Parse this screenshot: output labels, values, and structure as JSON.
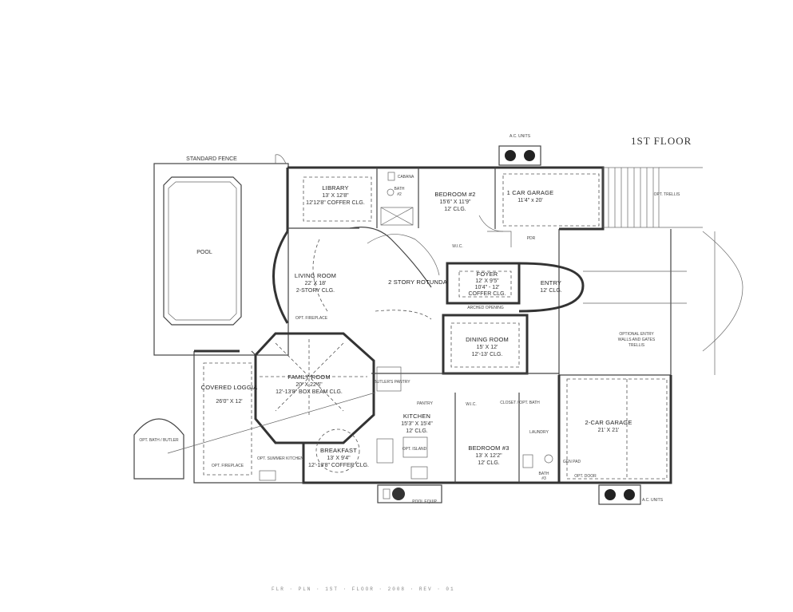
{
  "title": "1ST FLOOR",
  "labels": {
    "standard_fence": "STANDARD FENCE",
    "pool": "POOL",
    "library": "LIBRARY",
    "library_size": "13' X 12'8\"",
    "library_clg": "12'12'8\" COFFER CLG.",
    "cabana": "CABANA",
    "bath": "BATH",
    "bath_num": "#2",
    "bedroom2": "BEDROOM #2",
    "bedroom2_size": "15'6\" X 11'9\"",
    "bedroom2_clg": "12' CLG.",
    "ac_units_top": "A.C. UNITS",
    "car_garage1": "1 CAR GARAGE",
    "car_garage1_size": "11'4\" x 20'",
    "opt_trellis": "OPT. TRELLIS",
    "living_room": "LIVING ROOM",
    "living_size": "22' X 18'",
    "living_clg": "2-STORY CLG.",
    "rotunda": "2 STORY ROTUNDA",
    "wic_top": "W.I.C.",
    "pdr": "PDR",
    "foyer": "FOYER",
    "foyer_size": "12' X 9'5\"",
    "foyer_clg1": "10'4\" - 12'",
    "foyer_clg2": "COFFER CLG.",
    "arched_opening": "ARCHED OPENING",
    "entry": "ENTRY",
    "entry_clg": "12' CLG.",
    "opt_fireplace_top": "OPT. FIREPLACE",
    "dining_room": "DINING ROOM",
    "dining_size": "15' X 12'",
    "dining_clg": "12'-13' CLG.",
    "optional_entry": "OPTIONAL ENTRY",
    "optional_entry2": "WALLS AND GATES",
    "optional_entry3": "TRELLIS",
    "covered_loggia": "COVERED LOGGIA",
    "loggia_size": "26'0\" X 12'",
    "family_room": "FAMILY ROOM",
    "family_size": "20' X 22'6\"",
    "family_clg": "12'-13'8\" BOX BEAM CLG.",
    "butlers_pantry": "BUTLER'S PANTRY",
    "pantry": "PANTRY",
    "wic_mid": "W.I.C.",
    "closet_opt_bath": "CLOSET / OPT. BATH",
    "kitchen": "KITCHEN",
    "kitchen_size": "15'3\" X 15'4\"",
    "kitchen_clg": "12' CLG.",
    "opt_island": "OPT. ISLAND",
    "breakfast": "BREAKFAST",
    "breakfast_size": "13' X 9'4\"",
    "breakfast_clg": "12'-13'8\" COFFER CLG.",
    "bedroom3": "BEDROOM #3",
    "bedroom3_size": "13' X 12'2\"",
    "bedroom3_clg": "12' CLG.",
    "laundry": "LAUNDRY",
    "bath3": "BATH",
    "bath3_num": "#3",
    "gen_pad": "GEN PAD",
    "opt_door": "OPT. DOOR",
    "car_garage2": "2-CAR GARAGE",
    "car_garage2_size": "21' X 21'",
    "opt_bath_butler": "OPT. BATH / BUTLER",
    "opt_fireplace_loggia": "OPT. FIREPLACE",
    "opt_summer_kitchen": "OPT. SUMMER KITCHEN",
    "pool_equip": "POOL EQUIP.",
    "ac_units_bottom": "A.C. UNITS"
  },
  "footer": "FLR · PLN · 1ST · FLOOR · 2008 · REV · 01"
}
